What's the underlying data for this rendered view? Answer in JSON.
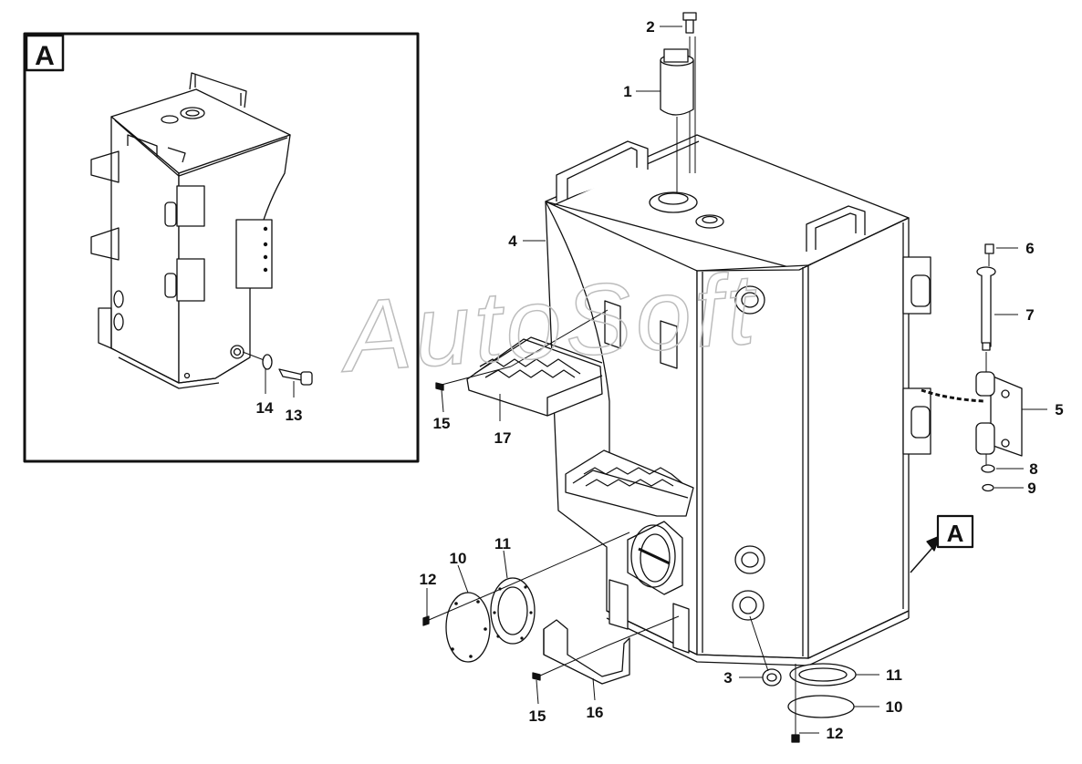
{
  "detail_view": {
    "label": "A"
  },
  "view_marker": {
    "label": "A"
  },
  "watermark": "AutoSoft",
  "callouts": {
    "n1": "1",
    "n2": "2",
    "n3": "3",
    "n4": "4",
    "n5": "5",
    "n6": "6",
    "n7": "7",
    "n8": "8",
    "n9": "9",
    "n10a": "10",
    "n10b": "10",
    "n11a": "11",
    "n11b": "11",
    "n12a": "12",
    "n12b": "12",
    "n13": "13",
    "n14": "14",
    "n15a": "15",
    "n15b": "15",
    "n16": "16",
    "n17": "17"
  }
}
